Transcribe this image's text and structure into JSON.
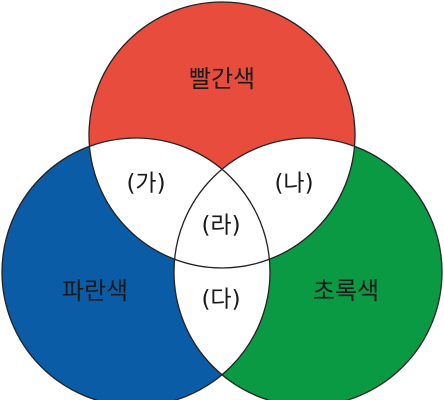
{
  "sets": {
    "red": {
      "label": "빨간색",
      "color": "#E74C3C"
    },
    "blue": {
      "label": "파란색",
      "color": "#0A5CA6"
    },
    "green": {
      "label": "초록색",
      "color": "#0A9A43"
    }
  },
  "regions": {
    "red_blue": "(가)",
    "red_green": "(나)",
    "blue_green": "(다)",
    "center": "(라)"
  },
  "overlap_color": "#FFFFFF"
}
